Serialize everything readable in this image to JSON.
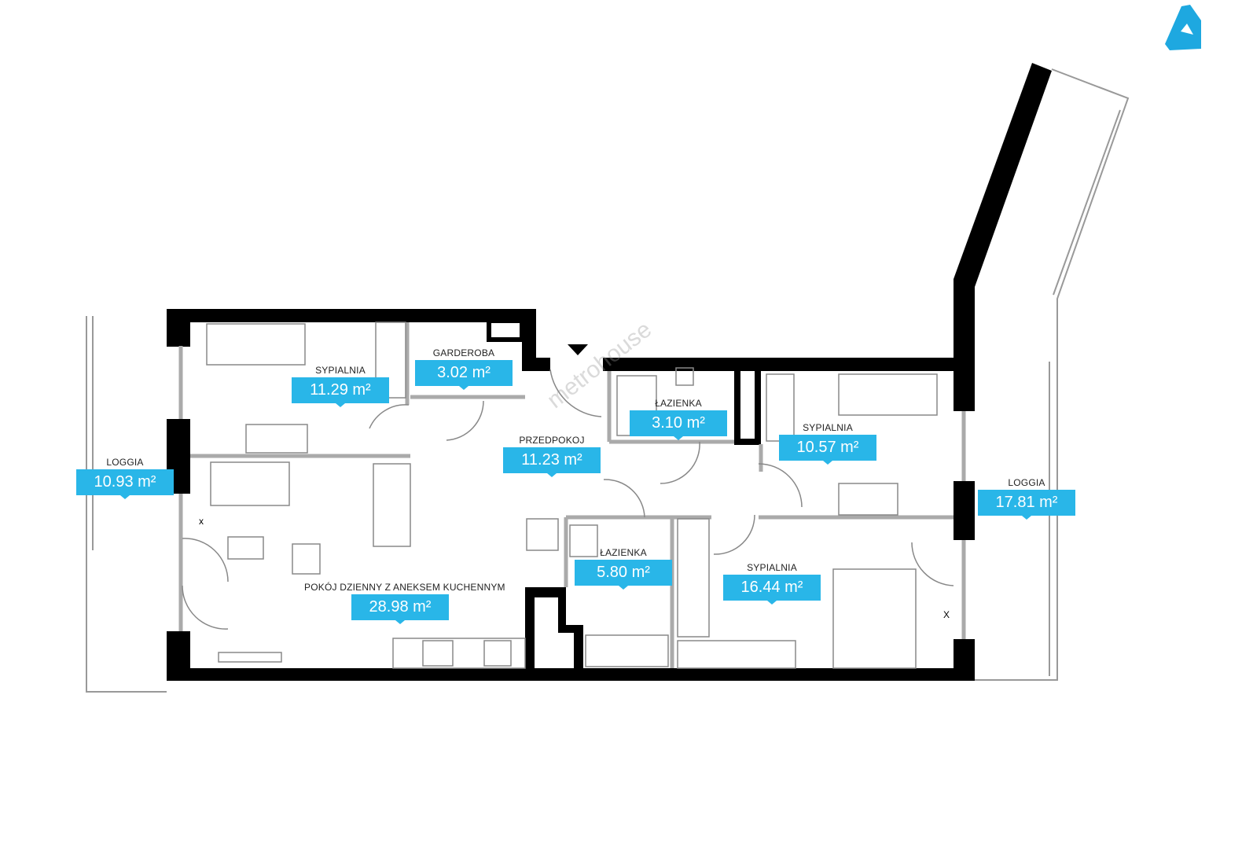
{
  "brand": {
    "watermark": "metrohouse",
    "logo": "triangle-logo",
    "accent": "#29b6e8"
  },
  "rooms": [
    {
      "name": "LOGGIA",
      "area": "10.93 m²"
    },
    {
      "name": "SYPIALNIA",
      "area": "11.29 m²"
    },
    {
      "name": "GARDEROBA",
      "area": "3.02 m²"
    },
    {
      "name": "PRZEDPOKOJ",
      "area": "11.23 m²"
    },
    {
      "name": "ŁAZIENKA",
      "area": "3.10 m²"
    },
    {
      "name": "SYPIALNIA",
      "area": "10.57 m²"
    },
    {
      "name": "LOGGIA",
      "area": "17.81 m²"
    },
    {
      "name": "ŁAZIENKA",
      "area": "5.80 m²"
    },
    {
      "name": "POKÓJ DZIENNY Z ANEKSEM KUCHENNYM",
      "area": "28.98 m²"
    },
    {
      "name": "SYPIALNIA",
      "area": "16.44 m²"
    }
  ],
  "marks": {
    "x1": "x",
    "x2": "X"
  }
}
